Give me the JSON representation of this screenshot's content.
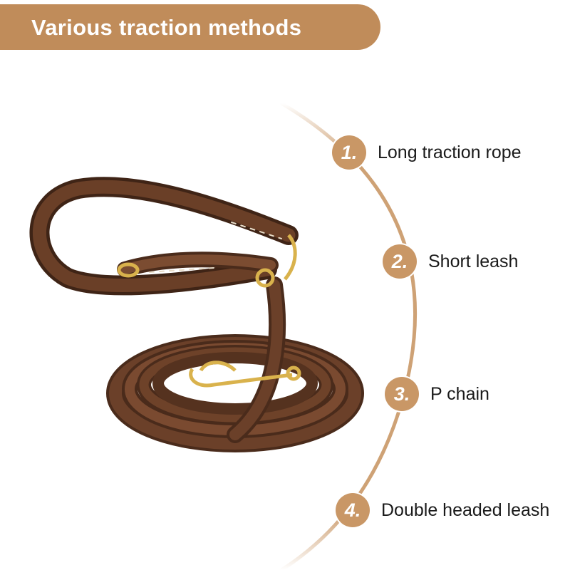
{
  "banner": {
    "title": "Various traction methods"
  },
  "colors": {
    "accent": "#c08c5a",
    "badge": "#c99766",
    "leather": "#5a3522",
    "brass": "#d9b24c"
  },
  "steps": [
    {
      "number": "1.",
      "label": "Long traction rope"
    },
    {
      "number": "2.",
      "label": "Short leash"
    },
    {
      "number": "3.",
      "label": "P chain"
    },
    {
      "number": "4.",
      "label": "Double headed leash"
    }
  ],
  "product_image": {
    "icon": "leather-leash-icon"
  }
}
